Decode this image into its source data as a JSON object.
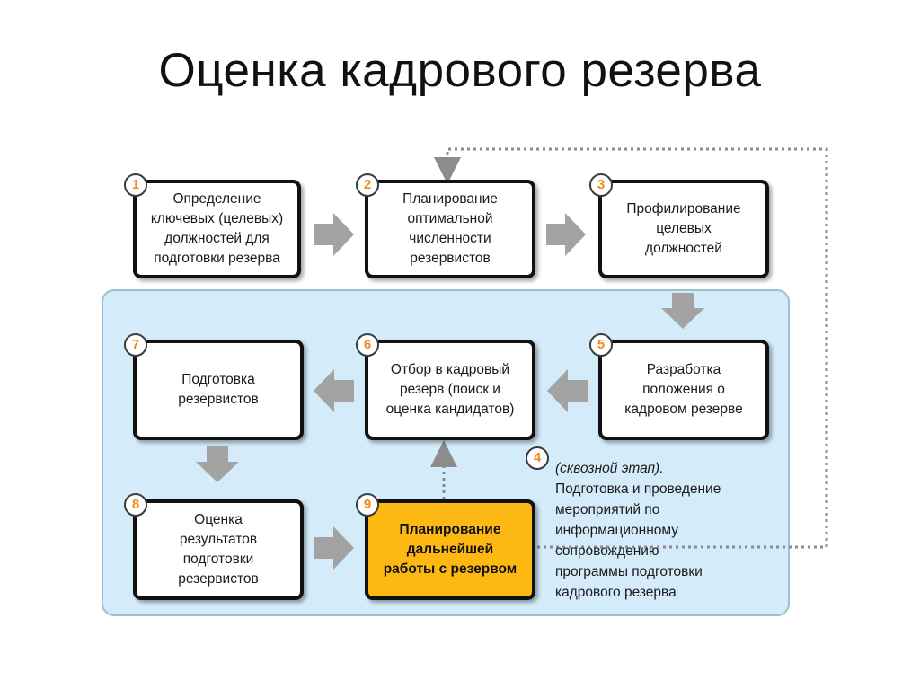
{
  "title": "Оценка кадрового резерва",
  "steps": [
    {
      "num": "1",
      "text": "Определение\nключевых (целевых)\nдолжностей для\nподготовки резерва"
    },
    {
      "num": "2",
      "text": "Планирование\nоптимальной\nчисленности\nрезервистов"
    },
    {
      "num": "3",
      "text": "Профилирование\nцелевых\nдолжностей"
    },
    {
      "num": "4",
      "note_italic": "(сквозной этап).",
      "note_text": "Подготовка и проведение\nмероприятий по\nинформационному\nсопровождению\nпрограммы подготовки\nкадрового резерва"
    },
    {
      "num": "5",
      "text": "Разработка\nположения о\nкадровом резерве"
    },
    {
      "num": "6",
      "text": "Отбор в кадровый\nрезерв (поиск и\nоценка кандидатов)"
    },
    {
      "num": "7",
      "text": "Подготовка\nрезервистов"
    },
    {
      "num": "8",
      "text": "Оценка\nрезультатов\nподготовки\nрезервистов"
    },
    {
      "num": "9",
      "text": "Планирование\nдальнейшей\nработы с резервом"
    }
  ],
  "colors": {
    "highlight_box": "#fdb813",
    "panel_fill": "#d4ecfa",
    "badge_number": "#f18a1c",
    "arrow": "#a3a3a3",
    "dotted_connector": "#8c8c8c"
  }
}
